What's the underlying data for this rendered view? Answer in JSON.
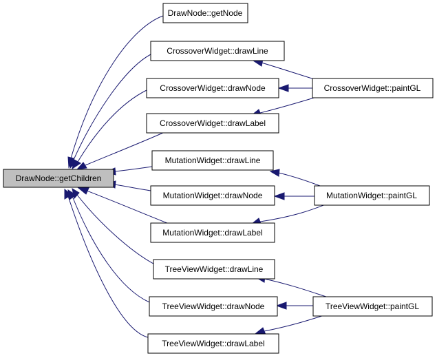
{
  "colors": {
    "edge": "#191970",
    "root_fill": "#bfbfbf",
    "node_fill": "#ffffff",
    "border": "#000000"
  },
  "nodes": {
    "root": "DrawNode::getChildren",
    "getNode": "DrawNode::getNode",
    "cw_drawLine": "CrossoverWidget::drawLine",
    "cw_drawNode": "CrossoverWidget::drawNode",
    "cw_drawLabel": "CrossoverWidget::drawLabel",
    "cw_paintGL": "CrossoverWidget::paintGL",
    "mw_drawLine": "MutationWidget::drawLine",
    "mw_drawNode": "MutationWidget::drawNode",
    "mw_drawLabel": "MutationWidget::drawLabel",
    "mw_paintGL": "MutationWidget::paintGL",
    "tv_drawLine": "TreeViewWidget::drawLine",
    "tv_drawNode": "TreeViewWidget::drawNode",
    "tv_drawLabel": "TreeViewWidget::drawLabel",
    "tv_paintGL": "TreeViewWidget::paintGL"
  },
  "edges": [
    [
      "getNode",
      "root"
    ],
    [
      "cw_drawLine",
      "root"
    ],
    [
      "cw_drawNode",
      "root"
    ],
    [
      "cw_drawLabel",
      "root"
    ],
    [
      "mw_drawLine",
      "root"
    ],
    [
      "mw_drawNode",
      "root"
    ],
    [
      "mw_drawLabel",
      "root"
    ],
    [
      "tv_drawLine",
      "root"
    ],
    [
      "tv_drawNode",
      "root"
    ],
    [
      "tv_drawLabel",
      "root"
    ],
    [
      "cw_paintGL",
      "cw_drawLine"
    ],
    [
      "cw_paintGL",
      "cw_drawNode"
    ],
    [
      "cw_paintGL",
      "cw_drawLabel"
    ],
    [
      "mw_paintGL",
      "mw_drawLine"
    ],
    [
      "mw_paintGL",
      "mw_drawNode"
    ],
    [
      "mw_paintGL",
      "mw_drawLabel"
    ],
    [
      "tv_paintGL",
      "tv_drawLine"
    ],
    [
      "tv_paintGL",
      "tv_drawNode"
    ],
    [
      "tv_paintGL",
      "tv_drawLabel"
    ]
  ]
}
